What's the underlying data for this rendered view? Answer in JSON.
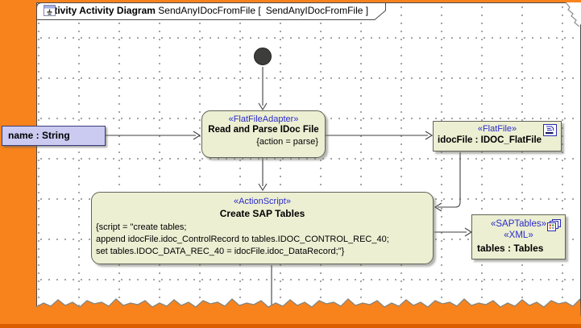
{
  "frame": {
    "kind_label": "activity Activity Diagram",
    "diagram_name": "SendAnyIDocFromFile",
    "bracket_open": "[",
    "ref_name": "SendAnyIDocFromFile",
    "bracket_close": "]"
  },
  "nodes": {
    "flat_file_adapter": {
      "stereotype": "«FlatFileAdapter»",
      "name": "Read and Parse IDoc File",
      "tag": "{action = parse}"
    },
    "idoc_file": {
      "stereotype": "«FlatFile»",
      "name": "idocFile : IDOC_FlatFile",
      "icon": "flat-file-document-icon"
    },
    "action_script": {
      "stereotype": "«ActionScript»",
      "name": "Create SAP Tables",
      "lines": [
        "{script = \"create tables;",
        "append idocFile.idoc_ControlRecord to tables.IDOC_CONTROL_REC_40;",
        "set tables.IDOC_DATA_REC_40 = idocFile.idoc_DataRecord;\"}"
      ]
    },
    "sap_tables": {
      "stereotypes": [
        "«SAPTables»",
        "«XML»"
      ],
      "name": "tables : Tables",
      "icon": "stacked-tables-icon"
    },
    "pin_label": "name : String"
  },
  "edges": [
    {
      "from": "initial-node",
      "to": "flat_file_adapter"
    },
    {
      "from": "pin_label",
      "to": "flat_file_adapter"
    },
    {
      "from": "flat_file_adapter",
      "to": "idoc_file"
    },
    {
      "from": "flat_file_adapter",
      "to": "action_script"
    },
    {
      "from": "idoc_file",
      "to": "action_script"
    },
    {
      "from": "action_script",
      "to": "sap_tables"
    },
    {
      "from": "action_script",
      "to": "off-canvas-bottom"
    }
  ],
  "colors": {
    "surround_orange": "#F8831D",
    "surround_orange_dark": "#DB5E00",
    "node_fill": "#ECEFD2",
    "node_border": "#63635a",
    "stereotype_blue": "#2B2BCC",
    "pin_label_fill": "#CBCBF2",
    "grid_dot": "#9b9b9b"
  }
}
